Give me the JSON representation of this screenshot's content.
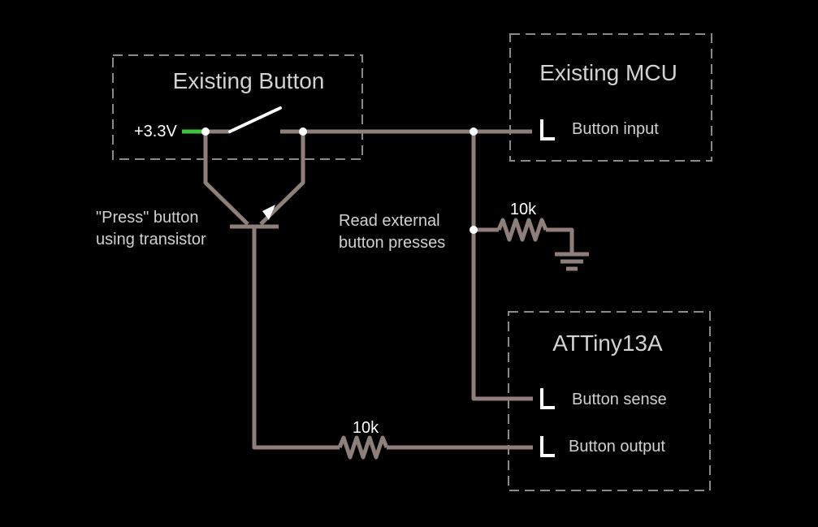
{
  "blocks": {
    "existing_button": {
      "title": "Existing Button",
      "supply_label": "+3.3V"
    },
    "existing_mcu": {
      "title": "Existing MCU",
      "pin_label": "Button input"
    },
    "attiny": {
      "title": "ATTiny13A",
      "pin1_label": "Button sense",
      "pin2_label": "Button output"
    }
  },
  "annotations": {
    "transistor_line1": "\"Press\" button",
    "transistor_line2": "using transistor",
    "read_line1": "Read external",
    "read_line2": "button presses"
  },
  "components": {
    "pulldown_resistor": "10k",
    "base_resistor": "10k"
  },
  "colors": {
    "wire": "#8f7f7b",
    "supply": "#3cc43c",
    "box_outline": "#8a8a8a"
  }
}
